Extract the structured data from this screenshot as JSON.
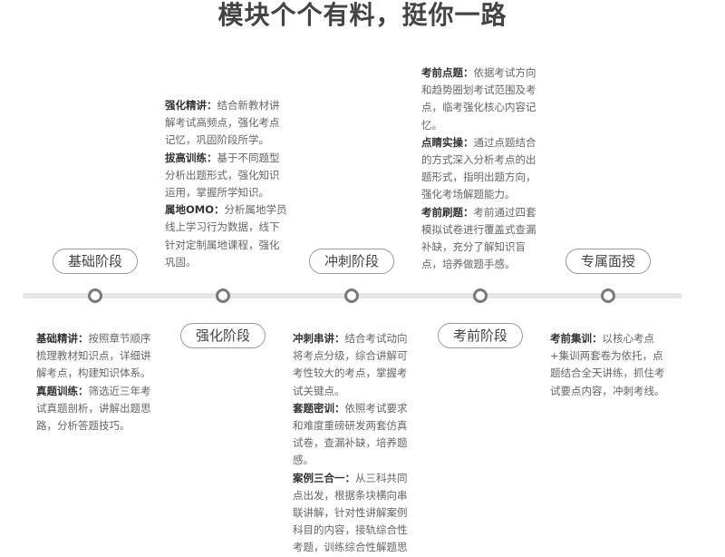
{
  "title": "模块个个有料，挺你一路",
  "stages": [
    {
      "label": "基础阶段",
      "items": [
        {
          "head": "基础精讲：",
          "text": "按照章节顺序梳理教材知识点，详细讲解考点，构建知识体系。"
        },
        {
          "head": "真题训练：",
          "text": "筛选近三年考试真题剖析，讲解出题思路，分析答题技巧。"
        }
      ]
    },
    {
      "label": "强化阶段",
      "items": [
        {
          "head": "强化精讲：",
          "text": "结合新教材讲解考试高频点，强化考点记忆，巩固阶段所学。"
        },
        {
          "head": "拔高训练：",
          "text": "基于不同题型分析出题形式，强化知识运用，掌握所学知识。"
        },
        {
          "head": "属地OMO：",
          "text": "分析属地学员线上学习行为数据，线下针对定制属地课程，强化巩固。"
        }
      ]
    },
    {
      "label": "冲刺阶段",
      "items": [
        {
          "head": "冲刺串讲：",
          "text": "结合考试动向将考点分级，综合讲解可考性较大的考点，掌握考试关键点。"
        },
        {
          "head": "套题密训：",
          "text": "依照考试要求和难度重磅研发两套仿真试卷，查漏补缺，培养题感。"
        },
        {
          "head": "案例三合一：",
          "text": "从三科共同点出发，根据条块横向串联讲解，针对性讲解案例科目的内容，接轨综合性考题，训练综合性解题思"
        }
      ]
    },
    {
      "label": "考前阶段",
      "items": [
        {
          "head": "考前点题：",
          "text": "依据考试方向和趋势圈划考试范围及考点，临考强化核心内容记忆。"
        },
        {
          "head": "点睛实操：",
          "text": "通过点题结合的方式深入分析考点的出题形式，指明出题方向，强化考场解题能力。"
        },
        {
          "head": "考前刷题：",
          "text": "考前通过四套模拟试卷进行覆盖式查漏补缺，充分了解知识盲点，培养做题手感。"
        }
      ]
    },
    {
      "label": "专属面授",
      "items": [
        {
          "head": "考前集训：",
          "text": "以核心考点+集训两套卷为依托，点题结合全天讲练，抓住考试要点内容，冲刺考线。"
        }
      ]
    }
  ]
}
